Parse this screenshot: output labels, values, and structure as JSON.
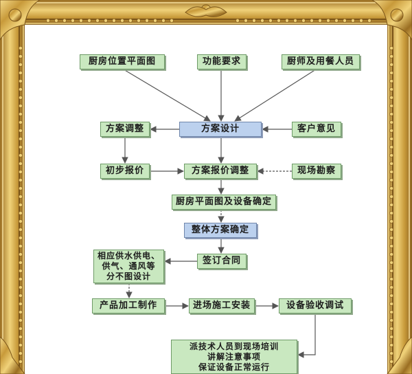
{
  "diagram": {
    "nodes": {
      "floorplan": "厨房位置平面图",
      "function": "功能要求",
      "chef": "厨师及用餐人员",
      "design": "方案设计",
      "adjust": "方案调整",
      "client": "客户意见",
      "quote_initial": "初步报价",
      "quote_adjust": "方案报价调整",
      "survey": "现场勘察",
      "plan_confirm": "厨房平面图及设备确定",
      "overall_confirm": "整体方案确定",
      "contract": "签订合同",
      "utilities": "相应供水供电、\n供气、通风等\n分不图设计",
      "production": "产品加工制作",
      "install": "进场施工安装",
      "acceptance": "设备验收调试",
      "training": "派技术人员到现场培训\n讲解注意事项\n保证设备正常运行"
    }
  },
  "colors": {
    "frame_gold": "#c89a3a",
    "frame_dark": "#8a6220",
    "frame_light": "#f0d27a",
    "node_green": "#c9e8c0",
    "node_blue": "#bcd1ee",
    "arrow": "#555555"
  }
}
